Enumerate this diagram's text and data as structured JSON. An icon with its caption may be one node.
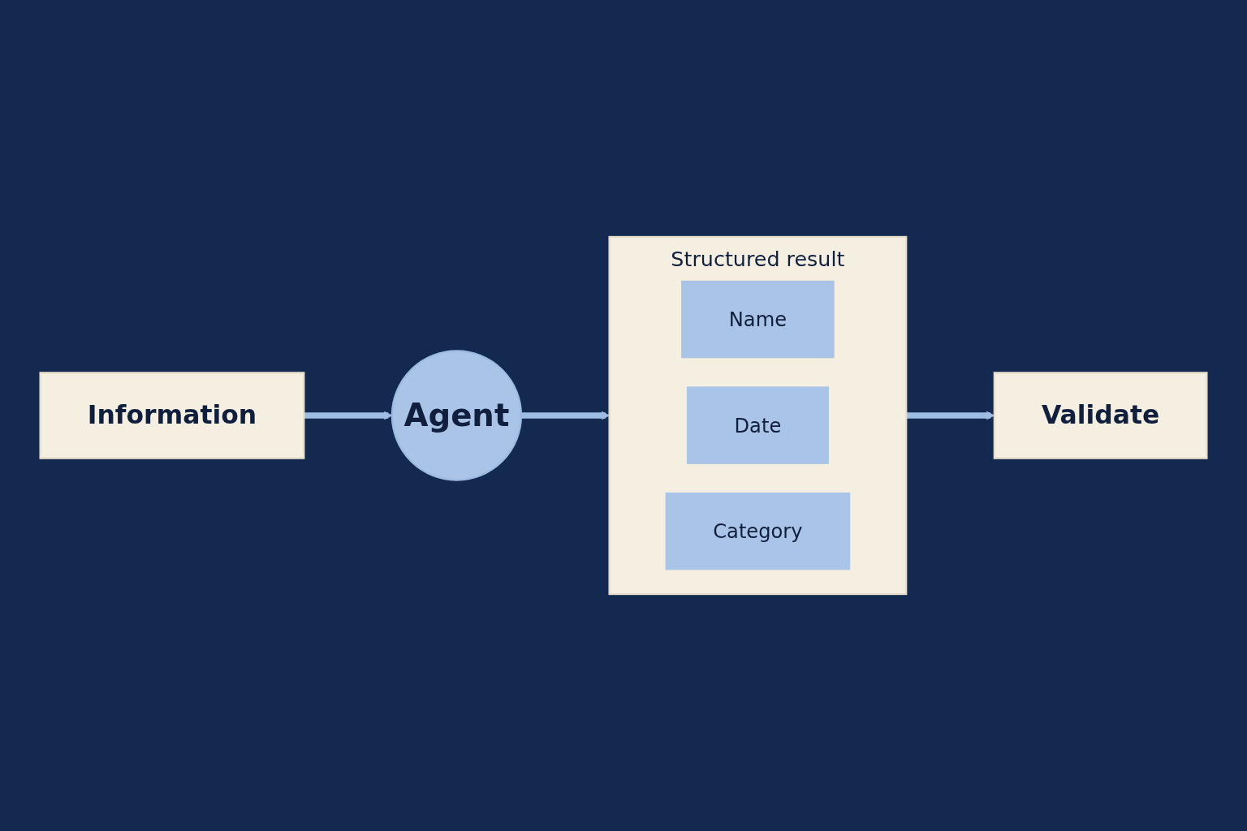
{
  "diagram": {
    "nodes": [
      {
        "text": [
          "Information"
        ]
      },
      {
        "text": [
          "Agent"
        ]
      },
      {
        "text": [
          "Structured result"
        ]
      },
      {
        "text": [
          "Name"
        ],
        "in": 2
      },
      {
        "text": [
          "Date"
        ],
        "in": 2
      },
      {
        "text": [
          "Category"
        ],
        "in": 2
      },
      {
        "text": [
          "Validate"
        ]
      }
    ],
    "edges": [
      {
        "from": 0,
        "to": 1,
        "arrow": "to"
      },
      {
        "from": 1,
        "to": 2,
        "arrow": "to"
      },
      {
        "from": 2,
        "to": 6,
        "arrow": "to"
      }
    ]
  }
}
